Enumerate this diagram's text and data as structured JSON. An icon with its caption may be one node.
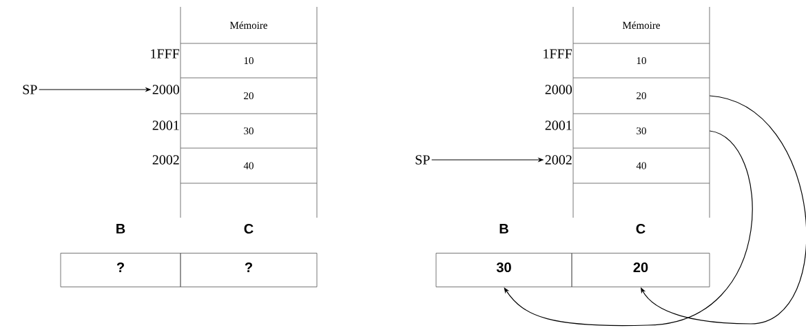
{
  "diagram": {
    "nodes": [
      {
        "text": [
          "SP"
        ]
      },
      {
        "text": [
          "Mémoire"
        ]
      },
      {
        "text": [
          "1FFF"
        ]
      },
      {
        "text": [
          "10"
        ]
      },
      {
        "text": [
          "2000"
        ]
      },
      {
        "text": [
          "20"
        ]
      },
      {
        "text": [
          "2001"
        ]
      },
      {
        "text": [
          "30"
        ]
      },
      {
        "text": [
          "2002"
        ]
      },
      {
        "text": [
          "40"
        ]
      },
      {
        "text": [],
        "shape": "box"
      },
      {
        "text": [
          "B",
          "?"
        ]
      },
      {
        "text": [
          "C",
          "?"
        ]
      },
      {
        "text": [
          "Mémoire"
        ]
      },
      {
        "text": [
          "1FFF"
        ]
      },
      {
        "text": [
          "10"
        ]
      },
      {
        "text": [
          "2000"
        ]
      },
      {
        "text": [
          "20"
        ]
      },
      {
        "text": [
          "2001"
        ]
      },
      {
        "text": [
          "30"
        ]
      },
      {
        "text": [
          "SP"
        ]
      },
      {
        "text": [
          "2002"
        ]
      },
      {
        "text": [
          "40"
        ]
      },
      {
        "text": [],
        "shape": "box"
      },
      {
        "text": [
          "B",
          "30"
        ]
      },
      {
        "text": [
          "C",
          "20"
        ]
      }
    ],
    "edges": [
      {
        "from": 0,
        "to": 4,
        "arrow": "to"
      },
      {
        "from": 20,
        "to": 21,
        "arrow": "to"
      },
      {
        "from": 17,
        "to": 25,
        "arrow": "to"
      },
      {
        "from": 19,
        "to": 24,
        "arrow": "to"
      }
    ]
  }
}
